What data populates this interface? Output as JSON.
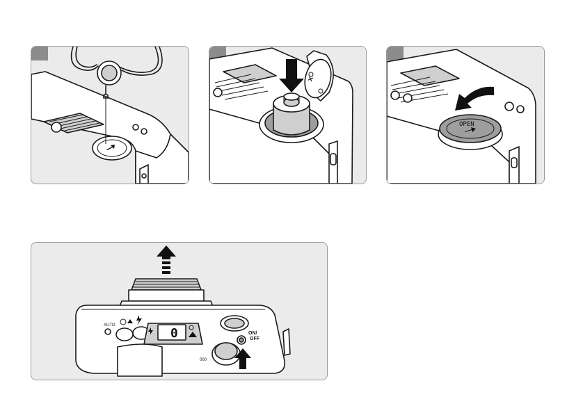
{
  "figures": [
    {
      "id": "step-1",
      "caption": ""
    },
    {
      "id": "step-2",
      "caption": ""
    },
    {
      "id": "step-3",
      "caption": ""
    },
    {
      "id": "step-4",
      "caption": ""
    }
  ],
  "camera_labels": {
    "lcd_counter": "0",
    "power_switch_line1": "ON/",
    "power_switch_line2": "OFF"
  },
  "icons": [
    "strap-loop-icon",
    "battery-icon",
    "push-down-arrow-icon",
    "rotate-arrow-icon",
    "extend-up-arrow-icon",
    "press-up-arrow-icon",
    "flash-icon",
    "self-timer-icon",
    "landscape-mode-icon"
  ],
  "colors": {
    "panel_bg": "#ebebeb",
    "panel_border": "#9a9a9a",
    "corner_tab": "#8c8c8c"
  }
}
